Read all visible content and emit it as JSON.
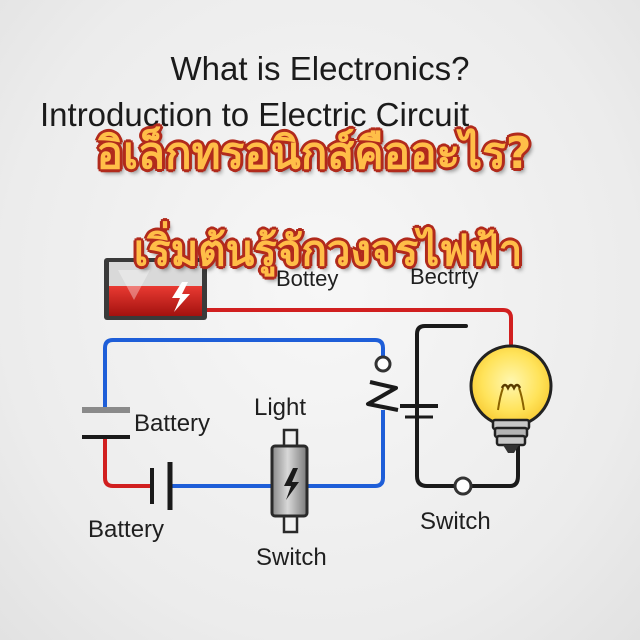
{
  "title": {
    "line1": "What is Electronics?",
    "line2": "Introduction to Electric Circuit"
  },
  "thai_overlay": {
    "line1": "อิเล็กทรอนิกส์คืออะไร?",
    "line2": "เริ่มต้นรู้จักวงจรไฟฟ้า"
  },
  "labels": {
    "bottey": "Bottey",
    "bectrty": "Bectrty",
    "battery_right": "Battery",
    "battery_bottom": "Battery",
    "light": "Light",
    "switch_center": "Switch",
    "switch_right": "Switch"
  },
  "colors": {
    "wire_blue": "#1e5ed8",
    "wire_red": "#d11f1f",
    "wire_black": "#1a1a1a",
    "thai_fill": "#ffbe48",
    "thai_outline": "#b12a1c",
    "bulb_glow": "#ffe15a"
  },
  "icons": {
    "battery_pack": "battery-pack-icon",
    "light_bulb": "light-bulb-icon",
    "center_component": "lightning-bolt-icon"
  }
}
